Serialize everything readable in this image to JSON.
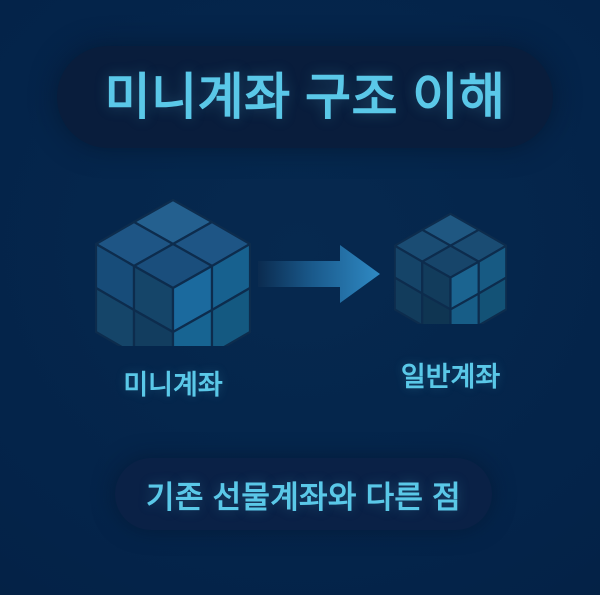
{
  "theme": {
    "background_color": "#04234a",
    "pill_color": "#091d3c",
    "bottom_pill_color": "#0a2146",
    "accent_text_color": "#5ac8e8",
    "cube_top_color": "#1e5585",
    "cube_left_color": "#164a76",
    "cube_right_color": "#1b6a9e",
    "cube_edge_color": "#0d2c4d",
    "arrow_color": "#2a7fb8"
  },
  "header": {
    "title": "미니계좌 구조 이해"
  },
  "diagram": {
    "source": {
      "label": "미니계좌",
      "icon": "cube-icon"
    },
    "transition": {
      "icon": "arrow-right-icon"
    },
    "target": {
      "label": "일반계좌",
      "icon": "cube-icon"
    }
  },
  "footer": {
    "callout": "기존 선물계좌와 다른 점"
  }
}
